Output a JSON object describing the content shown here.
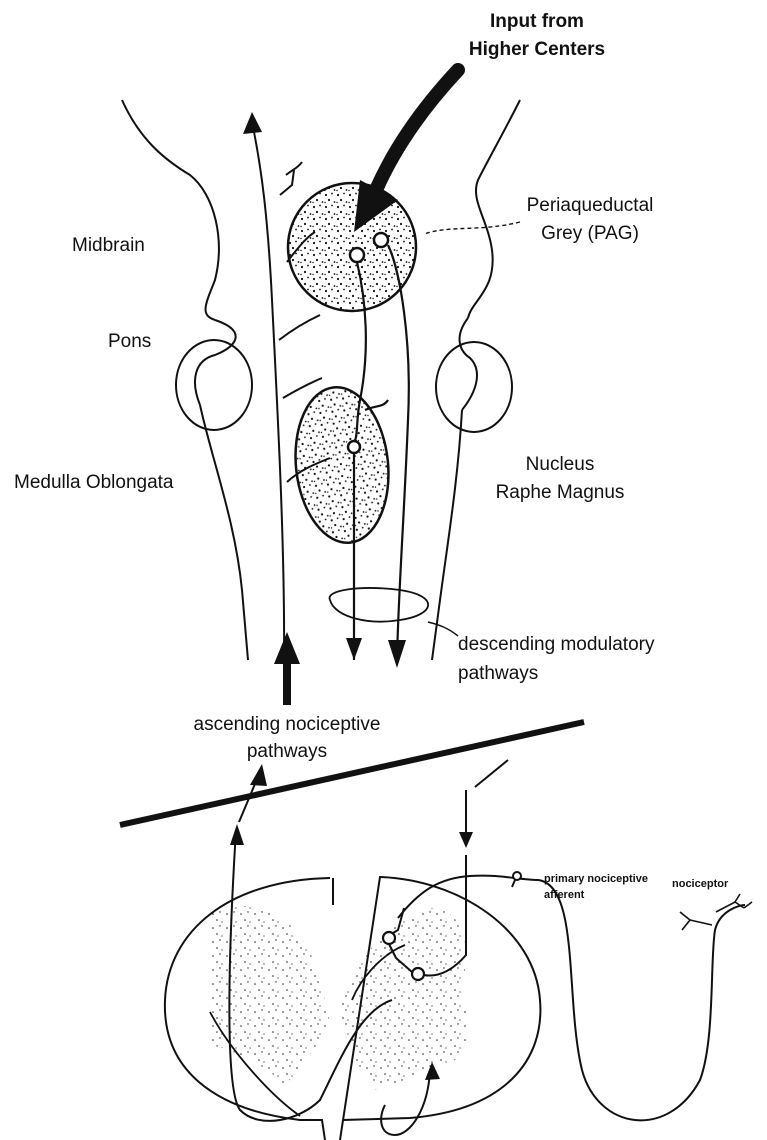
{
  "labels": {
    "input_line1": "Input from",
    "input_line2": "Higher Centers",
    "pag_line1": "Periaqueductal",
    "pag_line2": "Grey (PAG)",
    "midbrain": "Midbrain",
    "pons": "Pons",
    "medulla": "Medulla Oblongata",
    "nrm_line1": "Nucleus",
    "nrm_line2": "Raphe Magnus",
    "descending_line1": "descending modulatory",
    "descending_line2": "pathways",
    "ascending_line1": "ascending nociceptive",
    "ascending_line2": "pathways",
    "afferent_line1": "primary nociceptive",
    "afferent_line2": "afferent",
    "nociceptor": "nociceptor"
  },
  "colors": {
    "ink": "#111111",
    "background": "#ffffff"
  }
}
